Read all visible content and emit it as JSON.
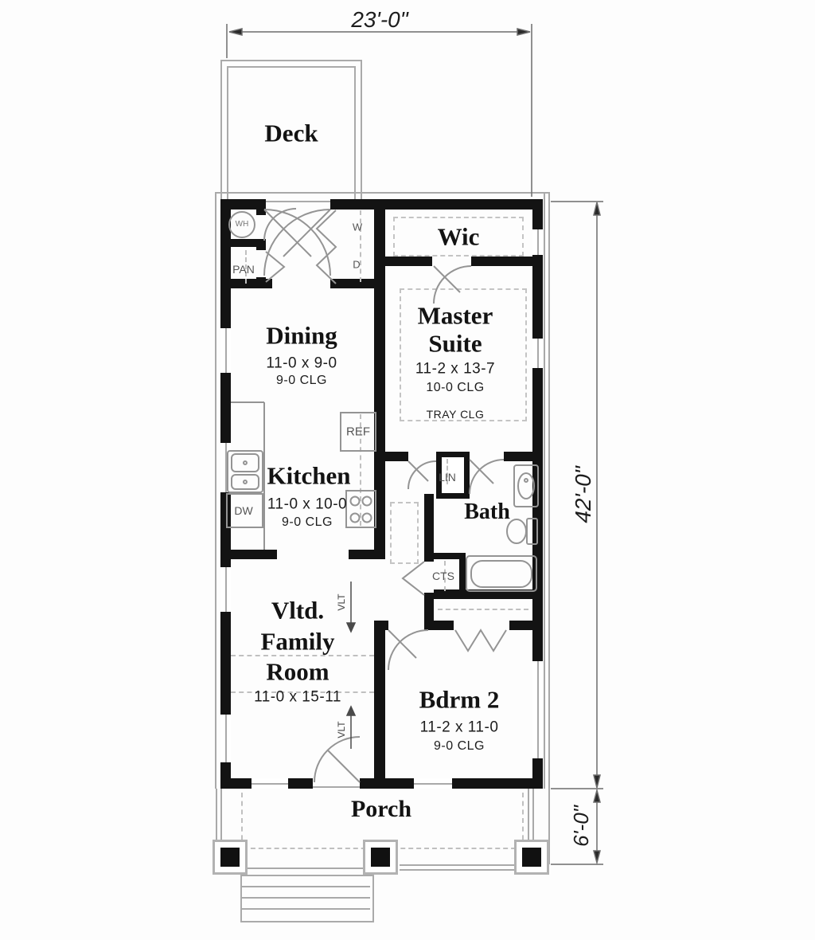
{
  "dimensions": {
    "width": "23'-0\"",
    "height": "42'-0\"",
    "porch_depth": "6'-0\""
  },
  "rooms": {
    "deck": {
      "name": "Deck"
    },
    "wic": {
      "name": "Wic"
    },
    "master": {
      "name1": "Master",
      "name2": "Suite",
      "size": "11-2 x 13-7",
      "ceiling": "10-0 CLG",
      "note": "TRAY CLG"
    },
    "dining": {
      "name": "Dining",
      "size": "11-0 x 9-0",
      "ceiling": "9-0 CLG"
    },
    "kitchen": {
      "name": "Kitchen",
      "size": "11-0 x 10-0",
      "ceiling": "9-0 CLG"
    },
    "bath": {
      "name": "Bath"
    },
    "family": {
      "name1": "Vltd.",
      "name2": "Family",
      "name3": "Room",
      "size": "11-0 x 15-11",
      "vault": "VLT"
    },
    "bdrm2": {
      "name": "Bdrm 2",
      "size": "11-2 x 11-0",
      "ceiling": "9-0 CLG"
    },
    "porch": {
      "name": "Porch"
    }
  },
  "labels": {
    "water_heater": "WH",
    "pantry": "PAN",
    "washer": "W",
    "dryer": "D",
    "fridge": "REF",
    "dishwasher": "DW",
    "linen": "LIN",
    "coat_closet": "CTS"
  },
  "colors": {
    "wall": "#131313",
    "line": "#a9a9a9",
    "text": "#131313"
  }
}
